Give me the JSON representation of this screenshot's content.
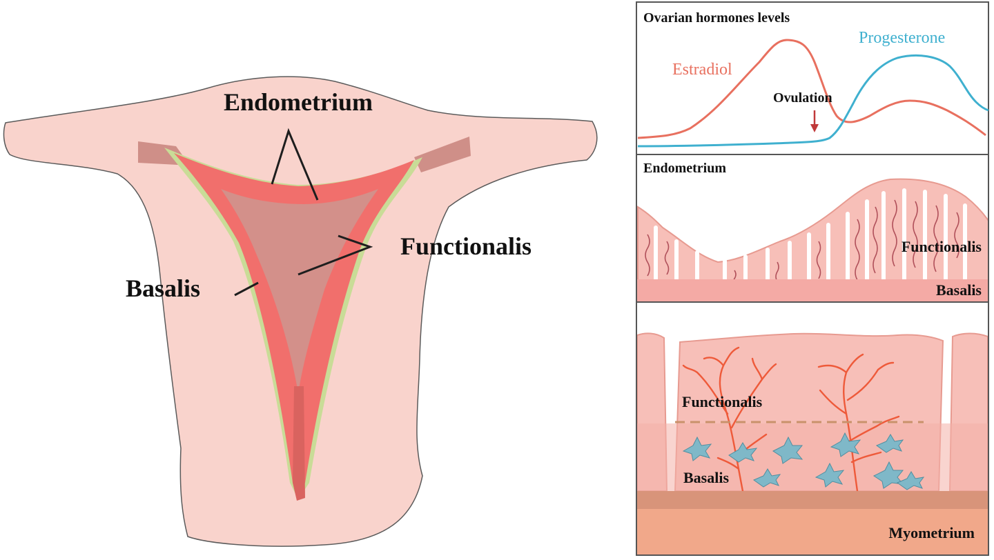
{
  "uterus": {
    "labels": {
      "endometrium": "Endometrium",
      "functionalis": "Functionalis",
      "basalis": "Basalis"
    }
  },
  "hormones_panel": {
    "title": "Ovarian hormones levels",
    "estradiol": "Estradiol",
    "progesterone": "Progesterone",
    "ovulation": "Ovulation"
  },
  "endometrium_panel": {
    "title": "Endometrium",
    "functionalis": "Functionalis",
    "basalis": "Basalis"
  },
  "detail_panel": {
    "functionalis": "Functionalis",
    "basalis": "Basalis",
    "myometrium": "Myometrium"
  },
  "colors": {
    "uterus_fill": "#f9d3cc",
    "functionalis_red": "#f16f6c",
    "basalis_green": "#c9dc97",
    "cavity": "#d3908a",
    "estradiol_line": "#e8705f",
    "progesterone_line": "#3fb0cf",
    "vessel": "#ee5a3a",
    "stromal_cell": "#7fb8c8",
    "myometrium": "#f1a88a"
  }
}
